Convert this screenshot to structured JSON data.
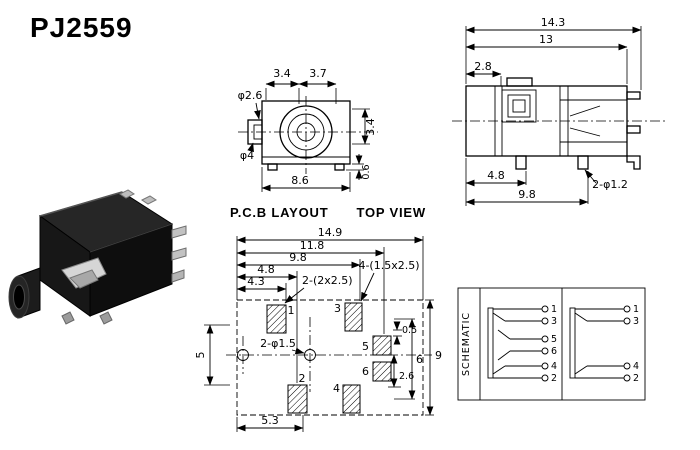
{
  "title": "PJ2559",
  "captions": {
    "pcb_layout": "P.C.B LAYOUT",
    "top_view": "TOP VIEW",
    "schematic": "SCHEMATIC"
  },
  "front_view": {
    "dim_top_left": "3.4",
    "dim_top_right": "3.7",
    "dia_inner": "φ2.6",
    "dia_outer": "φ4",
    "dim_height": "3.4",
    "dim_width": "8.6",
    "dim_lip": "0.6"
  },
  "side_view": {
    "dim_overall": "14.3",
    "dim_body": "13",
    "dim_left": "2.8",
    "dim_pin1": "4.8",
    "dim_pin2": "9.8",
    "pin_note": "2-φ1.2"
  },
  "pcb_layout": {
    "dim_w_overall": "14.9",
    "dim_w_11_8": "11.8",
    "dim_w_9_8": "9.8",
    "dim_w_4_8": "4.8",
    "dim_w_4_3": "4.3",
    "pad_note_left": "2-(2x2.5)",
    "pad_note_right": "4-(1.5x2.5)",
    "hole_note": "2-φ1.5",
    "dim_h_left": "5",
    "dim_h_0_5": "0.5",
    "dim_h_6": "6",
    "dim_h_9": "9",
    "dim_h_2_6": "2.6",
    "dim_bottom": "5.3",
    "pins": [
      "1",
      "2",
      "3",
      "4",
      "5",
      "6"
    ]
  },
  "schematic": {
    "left_pins": [
      "1",
      "3",
      "5",
      "6",
      "4",
      "2"
    ],
    "right_pins": [
      "1",
      "3",
      "4",
      "2"
    ]
  }
}
